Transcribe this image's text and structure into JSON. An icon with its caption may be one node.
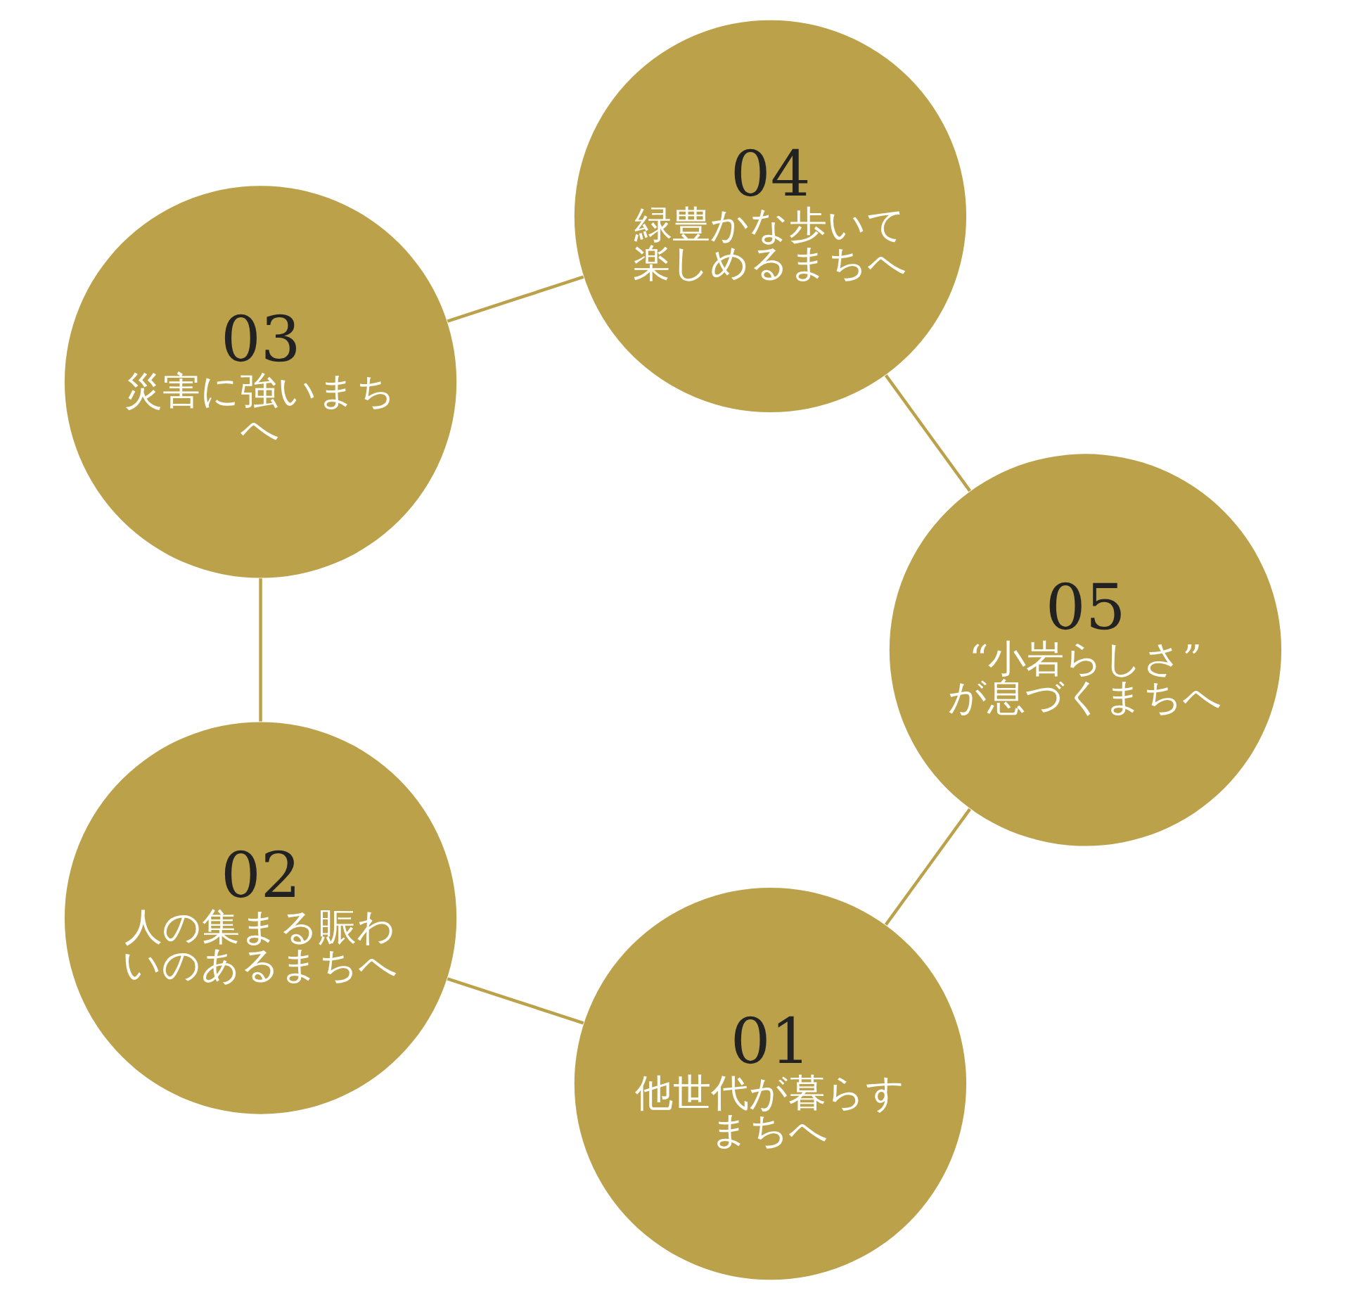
{
  "diagram": {
    "nodes": [
      {
        "text": [
          "01",
          "他世代が暮らすまちへ"
        ]
      },
      {
        "text": [
          "02",
          "人の集まる賑わいのあるまちへ"
        ]
      },
      {
        "text": [
          "03",
          "災害に強いまちへ"
        ]
      },
      {
        "text": [
          "04",
          "緑豊かな歩いて楽しめるまちへ"
        ]
      },
      {
        "text": [
          "05",
          "“小岩らしさ”が息づくまちへ"
        ]
      }
    ],
    "edges": [
      {
        "from": 0,
        "to": 1,
        "arrow": "none"
      },
      {
        "from": 1,
        "to": 2,
        "arrow": "none"
      },
      {
        "from": 2,
        "to": 3,
        "arrow": "none"
      },
      {
        "from": 3,
        "to": 4,
        "arrow": "none"
      },
      {
        "from": 4,
        "to": 0,
        "arrow": "none"
      }
    ]
  }
}
